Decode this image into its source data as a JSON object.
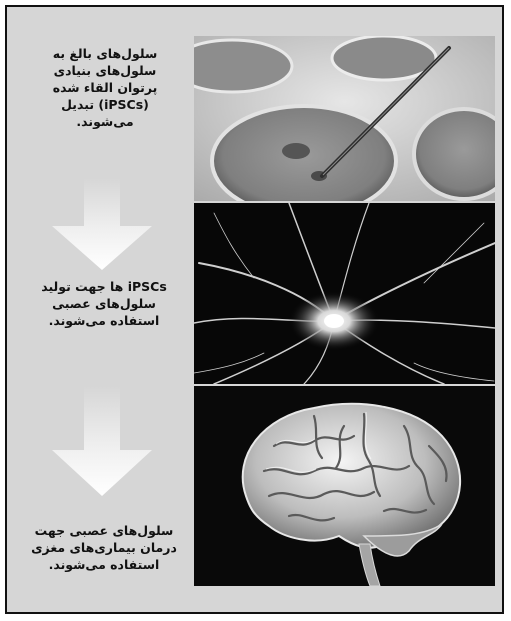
{
  "steps": [
    {
      "text": "سلول‌های بالغ به\nسلول‌های بنیادی\nپرتوان القاء شده\n(iPSCs) تبدیل\nمی‌شوند.",
      "image_icon": "petri-dish-pipette-photo"
    },
    {
      "text": "iPSCs ها جهت تولید\nسلول‌های عصبی\nاستفاده می‌شوند.",
      "image_icon": "neuron-photo"
    },
    {
      "text": "سلول‌های عصبی جهت\nدرمان بیماری‌های مغزی\nاستفاده می‌شوند.",
      "image_icon": "brain-photo"
    }
  ],
  "colors": {
    "background": "#d6d6d6",
    "border": "#111111",
    "text": "#111111"
  }
}
